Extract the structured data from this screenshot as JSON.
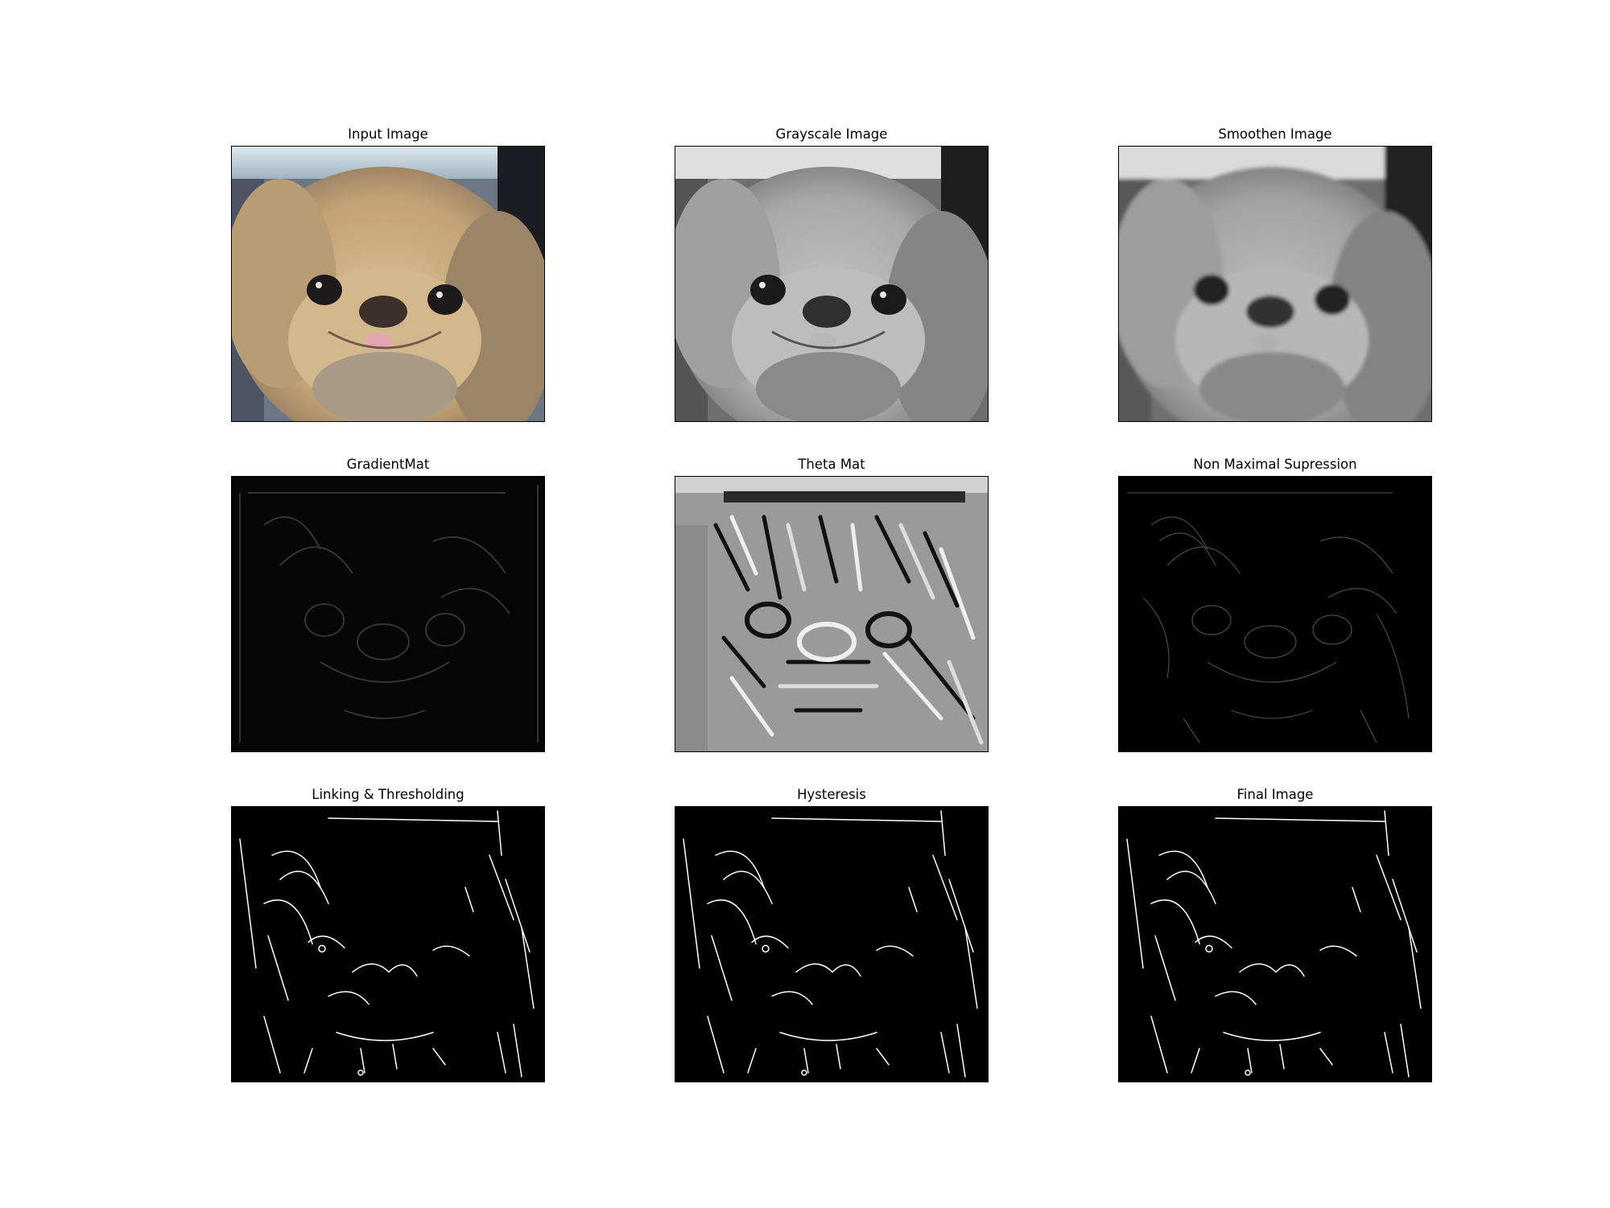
{
  "figure": {
    "panels": [
      {
        "title": "Input Image",
        "style": "color-photo"
      },
      {
        "title": "Grayscale Image",
        "style": "gray-photo"
      },
      {
        "title": "Smoothen Image",
        "style": "blur-photo"
      },
      {
        "title": "GradientMat",
        "style": "gradient"
      },
      {
        "title": "Theta Mat",
        "style": "theta"
      },
      {
        "title": "Non Maximal Supression",
        "style": "nms"
      },
      {
        "title": "Linking & Thresholding",
        "style": "edges"
      },
      {
        "title": "Hysteresis",
        "style": "edges"
      },
      {
        "title": "Final Image",
        "style": "edges"
      }
    ]
  },
  "colors": {
    "background": "#ffffff",
    "fur_color": "#c8ab7f",
    "edge_color": "#ffffff",
    "dark_background": "#000000"
  }
}
